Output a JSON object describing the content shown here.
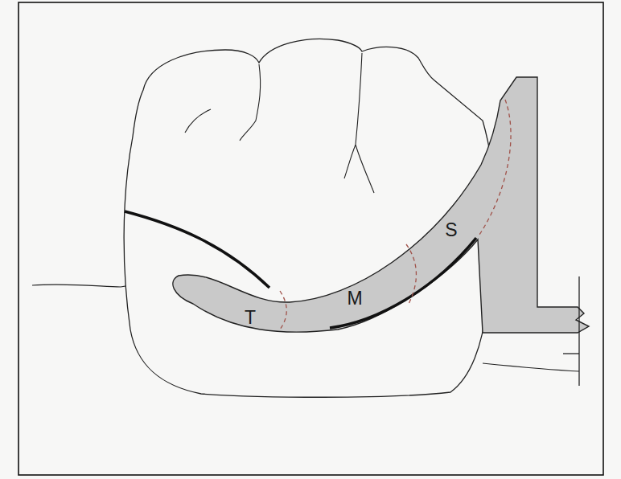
{
  "diagram": {
    "labels": [
      "T",
      "M",
      "S"
    ]
  }
}
